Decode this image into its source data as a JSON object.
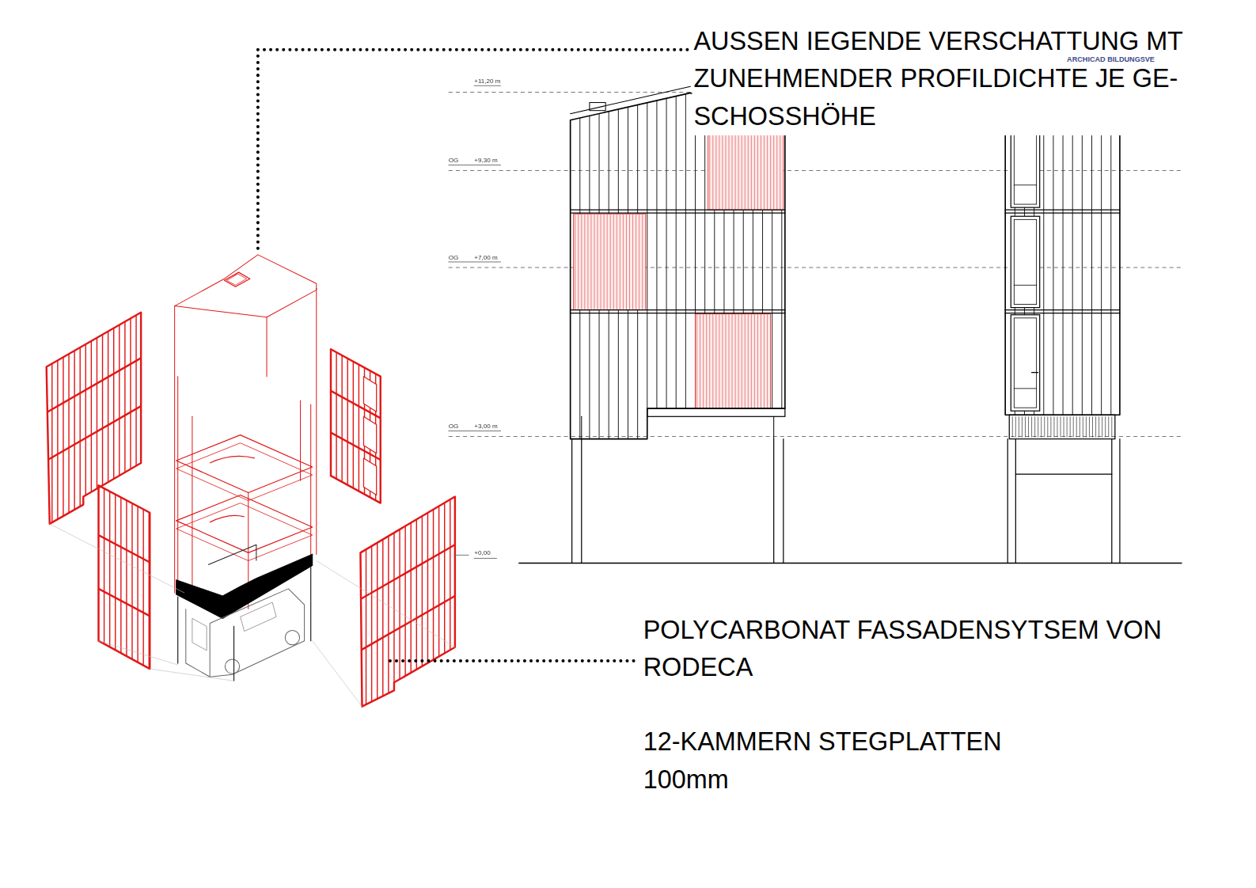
{
  "diagram": {
    "labels": [
      "AUSSEN IEGENDE VERSCHATTUNG MT ZUNEHMENDER PROFILDICHTE JE GE- SCHOSSHÖHE",
      "ARCHICAD BILDUNGSVE",
      "+11,20 m",
      "OG",
      "+9,30 m",
      "OG",
      "+7,00 m",
      "OG",
      "+3,00 m",
      "+0,00",
      "POLYCARBONAT FASSADENSYTSEM VON RODECA",
      "12-KAMMERN STEGPLATTEN 100mm"
    ]
  }
}
